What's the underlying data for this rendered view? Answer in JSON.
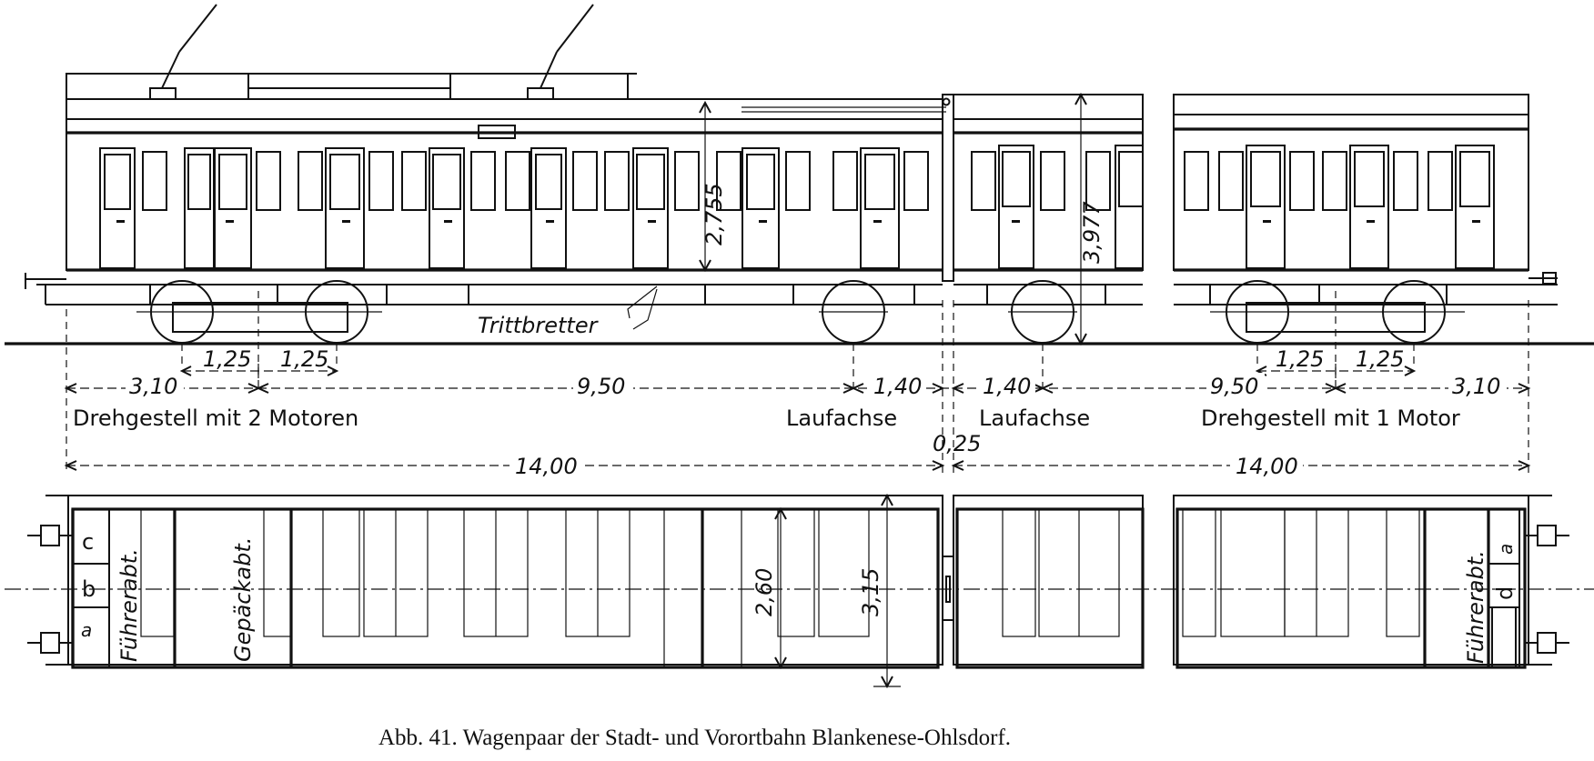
{
  "labels": {
    "height_a": "2,755",
    "height_b": "3,977",
    "trittbretter": "Trittbretter",
    "bogie_1_left": "1,25",
    "bogie_1_right": "1,25",
    "bogie_2_left": "1,25",
    "bogie_2_right": "1,25",
    "dist_310_a": "3,10",
    "dist_950_a": "9,50",
    "dist_140_a": "1,40",
    "dist_140_b": "1,40",
    "dist_950_b": "9,50",
    "dist_310_b": "3,10",
    "drehgestell_2": "Drehgestell mit 2 Motoren",
    "laufachse_a": "Laufachse",
    "laufachse_b": "Laufachse",
    "drehgestell_1": "Drehgestell mit 1 Motor",
    "gap": "0,25",
    "length_a": "14,00",
    "length_b": "14,00",
    "plan_c": "c",
    "plan_b": "b",
    "plan_a": "a",
    "plan_fuhrer_a": "Führerabt.",
    "plan_gepaeck": "Gepäckabt.",
    "plan_260": "2,60",
    "plan_315": "3,15",
    "plan_fuhrer_b": "Führerabt.",
    "plan_a2": "a",
    "plan_d": "d",
    "caption": "Abb. 41. Wagenpaar der Stadt- und Vorortbahn Blankenese-Ohlsdorf."
  }
}
